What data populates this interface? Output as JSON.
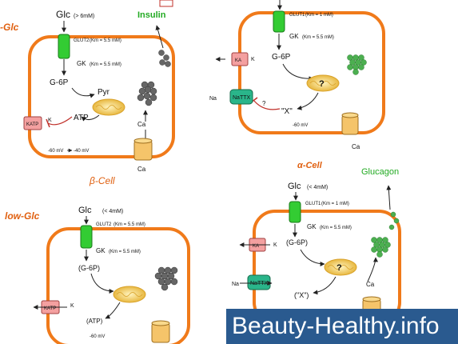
{
  "diagram": {
    "top_left": {
      "side_label": "-Glc",
      "glc": "Glc",
      "glc_conc": "(> 6mM)",
      "glut": "GLUT2",
      "glut_km": "(Km = 5.5 mM)",
      "gk": "GK",
      "gk_km": "(Km = 5.5 mM)",
      "g6p": "G-6P",
      "pyr": "Pyr",
      "atp": "ATP",
      "katp": "KATP",
      "k_plus": "K",
      "ca_in": "Ca",
      "ca_out": "Ca",
      "mv_a": "-60 mV",
      "mv_b": "-40 mV",
      "output": "Insulin"
    },
    "cell_label_beta": "β-Cell",
    "cell_label_alpha": "α-Cell",
    "top_right": {
      "glut": "GLUT1",
      "glut_km": "(Km = 1 mM)",
      "gk": "GK",
      "gk_km": "(Km = 5.5 mM)",
      "g6p": "G-6P",
      "ka": "KA",
      "k_plus": "K",
      "na": "Na",
      "natx": "NaTTX",
      "x": "\"X\"",
      "question": "?",
      "question2": "?",
      "ca_out": "Ca",
      "mv": "-60 mV"
    },
    "bottom_left": {
      "side_label": "low-Glc",
      "glc": "Glc",
      "glc_conc": "(< 4mM)",
      "glut": "GLUT2",
      "glut_km": "(Km = 5.5 mM)",
      "gk": "GK",
      "gk_km": "(Km = 5.5 mM)",
      "g6p": "(G-6P)",
      "atp": "(ATP)",
      "katp": "KATP",
      "k_plus": "K",
      "mv": "-60 mV"
    },
    "bottom_right": {
      "glc": "Glc",
      "glc_conc": "(< 4mM)",
      "glut": "GLUT1",
      "glut_km": "(Km = 1 mM)",
      "gk": "GK",
      "gk_km": "(Km = 5.5 mM)",
      "g6p": "(G-6P)",
      "ka": "KA",
      "k_plus": "K",
      "na": "Na",
      "natx": "NaTTX",
      "x": "(\"X\")",
      "question": "?",
      "ca_in": "Ca",
      "output": "Glucagon"
    }
  },
  "watermark": "Beauty-Healthy.info",
  "colors": {
    "membrane": "#f07a1a",
    "glut": "#33cc33",
    "channel_pink": "#f4a0a0",
    "channel_teal": "#2ab58a",
    "ca_channel": "#f5c46a",
    "granule": "#666666",
    "glucagon_granule": "#4caf50",
    "mito": "#f3d36a",
    "label_orange": "#e06010",
    "insulin_green": "#22aa22",
    "watermark_bg": "#2a5a8f"
  }
}
